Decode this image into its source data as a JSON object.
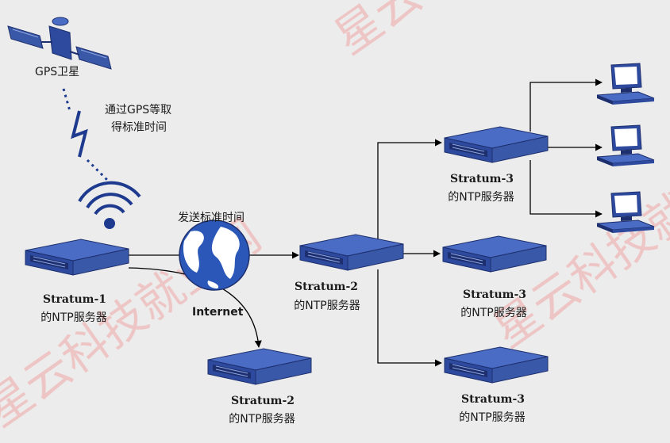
{
  "satellite": {
    "label": "GPS卫星"
  },
  "gps_note": {
    "line1": "通过GPS等取",
    "line2": "得标准时间"
  },
  "send_note": "发送标准时间",
  "internet_label": "Internet",
  "servers": {
    "s1": {
      "title": "Stratum-1",
      "subtitle": "的NTP服务器"
    },
    "s2_center": {
      "title": "Stratum-2",
      "subtitle": "的NTP服务器"
    },
    "s2_bottom": {
      "title": "Stratum-2",
      "subtitle": "的NTP服务器"
    },
    "s3_top": {
      "title": "Stratum-3",
      "subtitle": "的NTP服务器"
    },
    "s3_mid": {
      "title": "Stratum-3",
      "subtitle": "的NTP服务器"
    },
    "s3_bottom": {
      "title": "Stratum-3",
      "subtitle": "的NTP服务器"
    }
  },
  "watermark": "星云科技就业网",
  "colors": {
    "background": "#ececec",
    "server_blue": "#3a58a8",
    "server_dark": "#1d2f6e",
    "line": "#000000",
    "watermark": "#e89a9a"
  }
}
